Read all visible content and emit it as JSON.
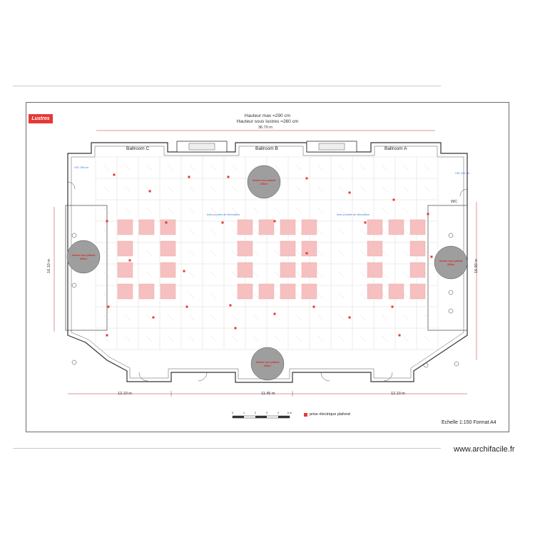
{
  "tag": "Lustres",
  "header": {
    "line1": "Hauteur max =290 cm",
    "line2": "Hauteur sous lustres =260 cm"
  },
  "rooms": {
    "c": "Ballroom C",
    "b": "Ballroom B",
    "a": "Ballroom A"
  },
  "dimensions": {
    "top": "36.70 m",
    "left": "16.10 m",
    "right": "16.90 m",
    "bottom_left": "12.10 m",
    "bottom_center": "11.45 m",
    "bottom_right": "12.10 m"
  },
  "labels": {
    "wc": "WC",
    "beam_left": "Avec poutres de décoration",
    "beam_right": "Avec poutres de décoration",
    "small_left": "H31 195 cm",
    "small_right": "H31 220 cm"
  },
  "circles": [
    {
      "line1": "Hauteur sous plafond",
      "line2": "285cm"
    },
    {
      "line1": "Hauteur sous plafond",
      "line2": "285cm"
    },
    {
      "line1": "Hauteur sous plafond",
      "line2": "285cm"
    },
    {
      "line1": "Hauteur sous plafond",
      "line2": "285cm"
    }
  ],
  "scale_ticks": [
    "0",
    "1",
    "2",
    "3",
    "4",
    "5 m"
  ],
  "legend": "prise électrique plafond",
  "scale_text": "Echelle 1:150 Format A4",
  "watermark": "www.archifacile.fr",
  "colors": {
    "pink": "#f6c0c0",
    "red": "#e53935",
    "circle": "#9e9e9e",
    "blue": "#3a7bd5"
  }
}
